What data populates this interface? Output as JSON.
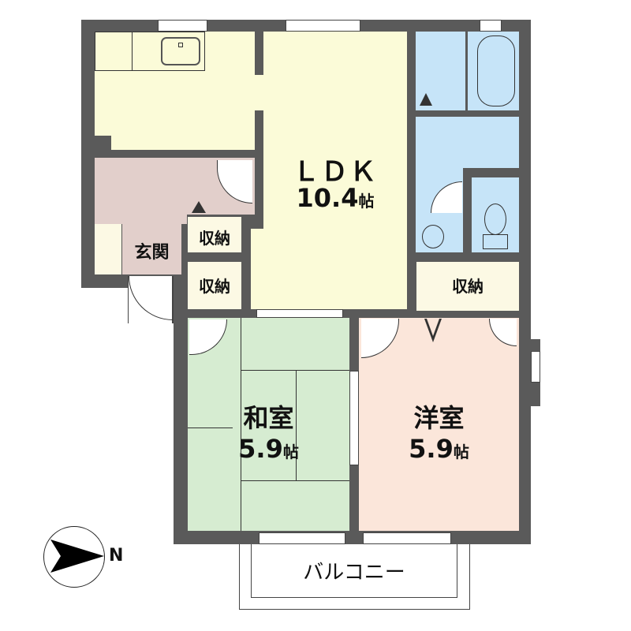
{
  "floorplan": {
    "rooms": {
      "ldk": {
        "name": "ＬＤＫ",
        "size": "10.4",
        "unit": "帖"
      },
      "washitsu": {
        "name": "和室",
        "size": "5.9",
        "unit": "帖"
      },
      "youshitsu": {
        "name": "洋室",
        "size": "5.9",
        "unit": "帖"
      },
      "genkan": {
        "name": "玄関"
      },
      "storage_1": {
        "name": "収納"
      },
      "storage_2": {
        "name": "収納"
      },
      "storage_3": {
        "name": "収納"
      },
      "balcony": {
        "name": "バルコニー"
      }
    },
    "compass": {
      "direction": "N",
      "icon": "north-arrow-icon"
    },
    "colors": {
      "wall": "#5a5a5a",
      "ldk": "#fbfbd8",
      "entrance": "#e2cfcb",
      "bath": "#c6e4f8",
      "washitsu": "#d6ecd1",
      "youshitsu": "#fbe6da",
      "storage": "#fcf9e4"
    }
  }
}
